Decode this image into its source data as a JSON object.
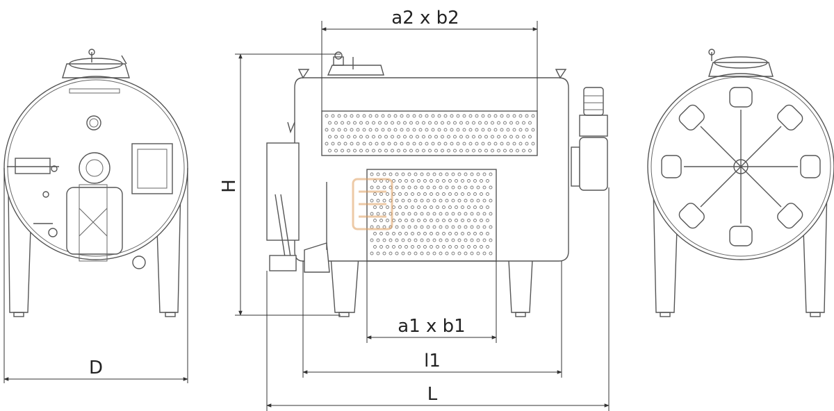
{
  "labels": {
    "a2b2": "a2 x b2",
    "a1b1": "a1 x b1",
    "H": "H",
    "D": "D",
    "l1": "l1",
    "L": "L"
  },
  "colors": {
    "line": "#555555",
    "dimension": "#333333",
    "watermark": "#e0a060"
  }
}
